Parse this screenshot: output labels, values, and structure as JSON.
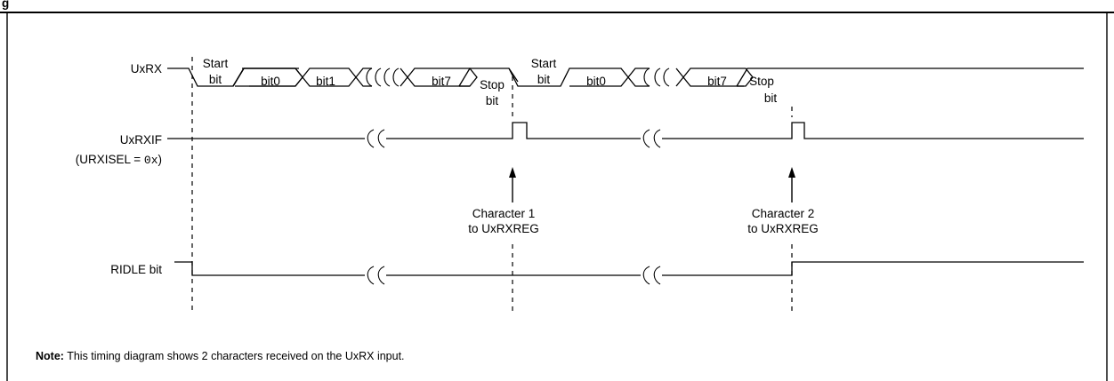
{
  "figure": {
    "title_fragment": "g"
  },
  "signals": {
    "uxrx": "UxRX",
    "uxrxif": "UxRXIF",
    "uxrxif_note_prefix": "(URXISEL = ",
    "uxrxif_note_code": "0x",
    "uxrxif_note_suffix": ")",
    "ridle": "RIDLE bit"
  },
  "frame1": {
    "start_line1": "Start",
    "start_line2": "bit",
    "bit0": "bit0",
    "bit1": "bit1",
    "bit7": "bit7",
    "stop_line1": "Stop",
    "stop_line2": "bit"
  },
  "frame2": {
    "start_line1": "Start",
    "start_line2": "bit",
    "bit0": "bit0",
    "bit7": "bit7",
    "stop_line1": "Stop",
    "stop_line2": "bit"
  },
  "annotations": {
    "char1_line1": "Character 1",
    "char1_line2": "to UxRXREG",
    "char2_line1": "Character 2",
    "char2_line2": "to UxRXREG"
  },
  "note": {
    "label": "Note:",
    "text": " This timing diagram shows 2 characters received on the UxRX input."
  }
}
